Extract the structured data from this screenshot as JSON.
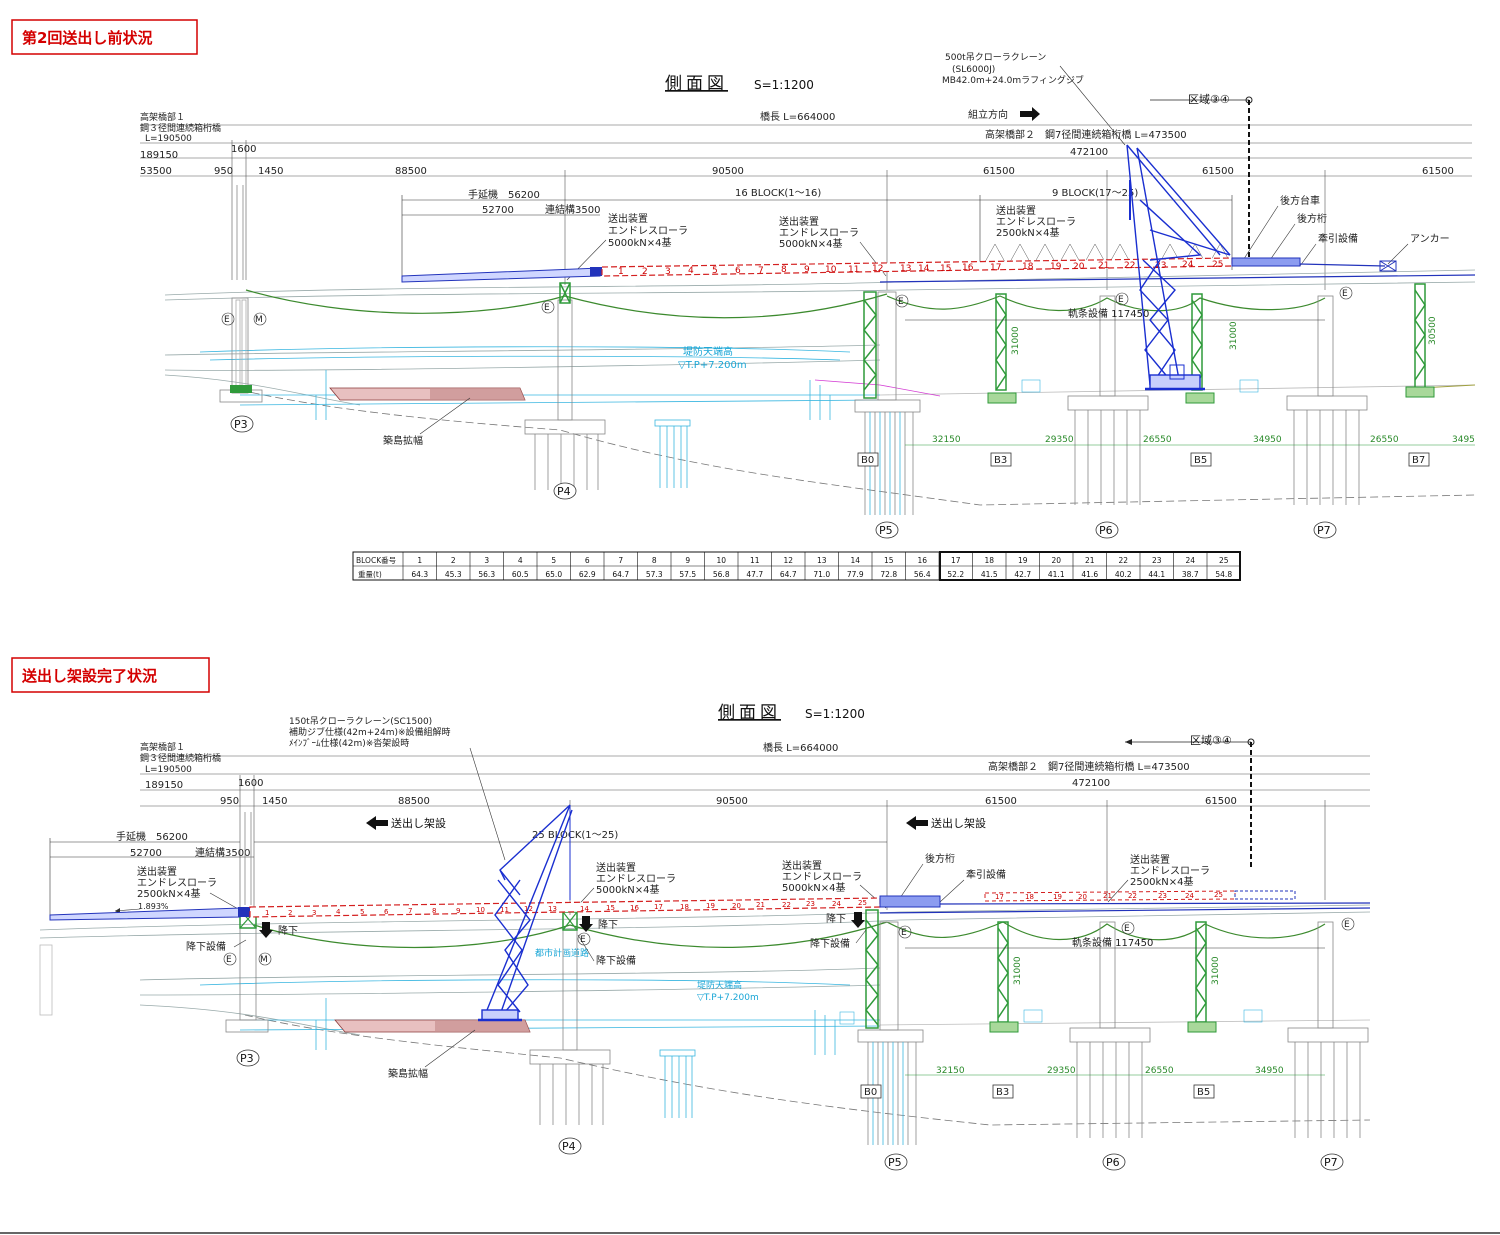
{
  "diagrams": [
    {
      "caption": "第2回送出し前状況",
      "title": "側面図",
      "scale": "S=1:1200",
      "bridge_length": "橋長 L=664000",
      "sect1": [
        "高架橋部１",
        "鋼３径間連続箱桁橋",
        "L=190500"
      ],
      "sect2": "高架橋部２　鋼7径間連続箱桁橋 L=473500",
      "zone": "区域③④",
      "direction": "組立方向",
      "crane": [
        "500t吊クローラクレーン",
        "(SL6000J)",
        "MB42.0m+24.0mラフィングジブ"
      ],
      "dims": {
        "d189150": "189150",
        "d1600": "1600",
        "d53500": "53500",
        "d950": "950",
        "d1450": "1450",
        "d88500": "88500",
        "d90500": "90500",
        "d61500a": "61500",
        "d61500b": "61500",
        "d61500c": "61500",
        "d472100": "472100"
      },
      "nose": "手延機　56200",
      "d52700": "52700",
      "connector": "連結構3500",
      "block16": "16 BLOCK(1～16)",
      "block9": "9 BLOCK(17～25)",
      "pusher1": [
        "送出装置",
        "エンドレスローラ",
        "5000kN×4基"
      ],
      "pusher2": [
        "送出装置",
        "エンドレスローラ",
        "5000kN×4基"
      ],
      "pusher3": [
        "送出装置",
        "エンドレスローラ",
        "2500kN×4基"
      ],
      "rear_cart": "後方台車",
      "rear_girder": "後方桁",
      "pulling": "牽引設備",
      "anchor": "アンカー",
      "rail": "軌条設備 117450",
      "levee": [
        "堤防天端高",
        "▽T.P+7.200m"
      ],
      "island": "築島拡幅",
      "h31000a": "31000",
      "h31000b": "31000",
      "h30500": "30500",
      "bays": [
        "32150",
        "29350",
        "26550",
        "34950",
        "26550",
        "3495"
      ],
      "piers": [
        "P3",
        "P4",
        "P5",
        "P6",
        "P7"
      ],
      "bents": [
        "B0",
        "B3",
        "B5",
        "B7"
      ],
      "e_marks": [
        "E",
        "M",
        "E",
        "E",
        "E",
        "E"
      ]
    },
    {
      "caption": "送出し架設完了状況",
      "title": "側面図",
      "scale": "S=1:1200",
      "bridge_length": "橋長 L=664000",
      "sect1": [
        "高架橋部１",
        "鋼３径間連続箱桁橋",
        "L=190500"
      ],
      "sect2": "高架橋部２　鋼7径間連続箱桁橋 L=473500",
      "zone": "区域③④",
      "crane": [
        "150t吊クローラクレーン(SC1500)",
        "補助ジブ仕様(42m+24m)※設備組解時",
        "ﾒｲﾝﾌﾞｰﾑ仕様(42m)※沓架設時"
      ],
      "dims": {
        "d189150": "189150",
        "d1600": "1600",
        "d950": "950",
        "d1450": "1450",
        "d88500": "88500",
        "d90500": "90500",
        "d61500a": "61500",
        "d61500b": "61500",
        "d472100": "472100"
      },
      "nose": "手延機　56200",
      "d52700": "52700",
      "connector": "連結構3500",
      "launch1": "送出し架設",
      "launch2": "送出し架設",
      "block25": "25 BLOCK(1～25)",
      "pusher1": [
        "送出装置",
        "エンドレスローラ",
        "2500kN×4基"
      ],
      "pusher2": [
        "送出装置",
        "エンドレスローラ",
        "5000kN×4基"
      ],
      "pusher3": [
        "送出装置",
        "エンドレスローラ",
        "5000kN×4基"
      ],
      "pusher4": [
        "送出装置",
        "エンドレスローラ",
        "2500kN×4基"
      ],
      "rear_girder": "後方桁",
      "pulling": "牽引設備",
      "slope": "1.893%",
      "lower": [
        "降下",
        "降下",
        "降下"
      ],
      "lower_eq": [
        "降下設備",
        "降下設備",
        "降下設備"
      ],
      "road": "都市計画道路",
      "rail": "軌条設備 117450",
      "levee": [
        "堤防天端高",
        "▽T.P+7.200m"
      ],
      "island": "築島拡幅",
      "h31000a": "31000",
      "h31000b": "31000",
      "bays": [
        "32150",
        "29350",
        "26550",
        "34950"
      ],
      "piers": [
        "P3",
        "P4",
        "P5",
        "P6",
        "P7"
      ],
      "bents": [
        "B0",
        "B3",
        "B5"
      ],
      "e_marks": [
        "E",
        "M",
        "E",
        "E",
        "E",
        "E"
      ]
    }
  ],
  "block_table": {
    "row_header_1": "BLOCK番号",
    "row_header_2": "重量(t)",
    "blocks": [
      "1",
      "2",
      "3",
      "4",
      "5",
      "6",
      "7",
      "8",
      "9",
      "10",
      "11",
      "12",
      "13",
      "14",
      "15",
      "16",
      "17",
      "18",
      "19",
      "20",
      "21",
      "22",
      "23",
      "24",
      "25"
    ],
    "weights": [
      "64.3",
      "45.3",
      "56.3",
      "60.5",
      "65.0",
      "62.9",
      "64.7",
      "57.3",
      "57.5",
      "56.8",
      "47.7",
      "64.7",
      "71.0",
      "77.9",
      "72.8",
      "56.4",
      "52.2",
      "41.5",
      "42.7",
      "41.1",
      "41.6",
      "40.2",
      "44.1",
      "38.7",
      "54.8"
    ]
  },
  "colors": {
    "caption_red": "#d40000",
    "girder_red": "#d42020",
    "girder_blue": "#2233bb",
    "crane_blue": "#1a2fd0",
    "bent_green": "#2f9a3a",
    "cable_green": "#3c8a2e",
    "water_cyan": "#39b6e0"
  }
}
